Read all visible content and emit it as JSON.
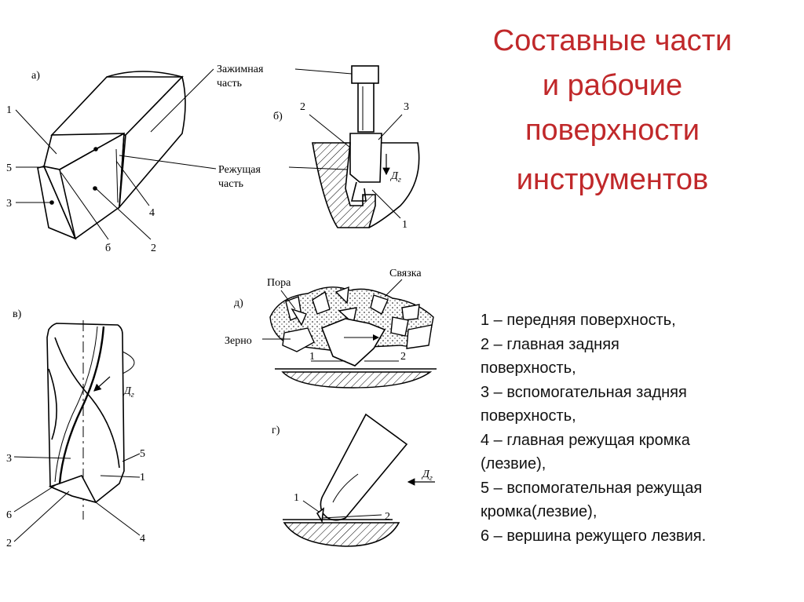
{
  "title": {
    "line1": "Составные части",
    "line2": "и рабочие",
    "line3": "поверхности",
    "line4": "инструментов"
  },
  "legend": [
    "1 – передняя поверхность,",
    "2 – главная задняя",
    "поверхность,",
    "3 – вспомогательная задняя",
    "поверхность,",
    "4 – главная режущая кромка",
    "(лезвие),",
    "5 – вспомогательная режущая",
    "кромка(лезвие),",
    "6 – вершина режущего лезвия."
  ],
  "figures": {
    "a": {
      "tag": "а)",
      "clamp_label_1": "Зажимная",
      "clamp_label_2": "часть",
      "cut_label_1": "Режущая",
      "cut_label_2": "часть",
      "n1": "1",
      "n5": "5",
      "n3": "3",
      "n6": "б",
      "n2": "2",
      "n4": "4"
    },
    "b": {
      "tag": "б)",
      "n2": "2",
      "n3": "3",
      "n1": "1",
      "motion": "Д",
      "motion_sub": "г"
    },
    "v": {
      "tag": "в)",
      "motion": "Д",
      "motion_sub": "г",
      "n3": "3",
      "n5": "5",
      "n1": "1",
      "n6": "6",
      "n2": "2",
      "n4": "4"
    },
    "d": {
      "tag": "д)",
      "pore": "Пора",
      "bond": "Связка",
      "grain": "Зерно",
      "n1": "1",
      "n2": "2"
    },
    "g": {
      "tag": "г)",
      "motion": "Д",
      "motion_sub": "г",
      "n1": "1",
      "n2": "2"
    }
  }
}
